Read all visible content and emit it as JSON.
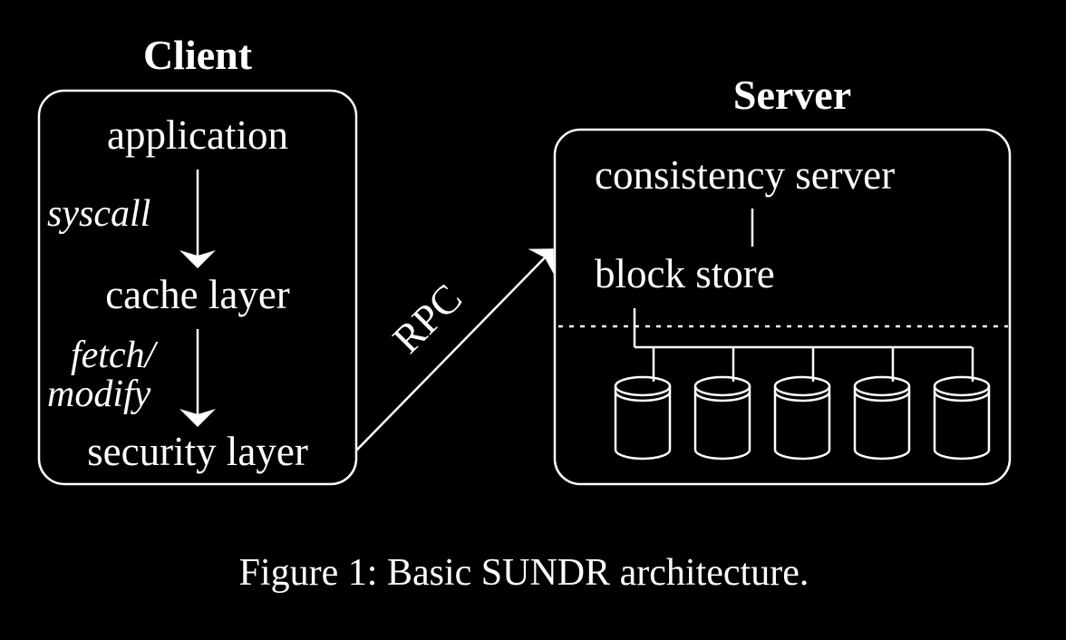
{
  "client": {
    "title": "Client",
    "application": "application",
    "syscall": "syscall",
    "cache_layer": "cache layer",
    "fetch_modify_line1": "fetch/",
    "fetch_modify_line2": "modify",
    "security_layer": "security layer"
  },
  "rpc": {
    "label": "RPC"
  },
  "server": {
    "title": "Server",
    "consistency_server": "consistency server",
    "block_store": "block store",
    "disk_count": 5
  },
  "caption": "Figure 1: Basic SUNDR architecture.",
  "colors": {
    "background": "#000000",
    "foreground": "#ffffff"
  }
}
